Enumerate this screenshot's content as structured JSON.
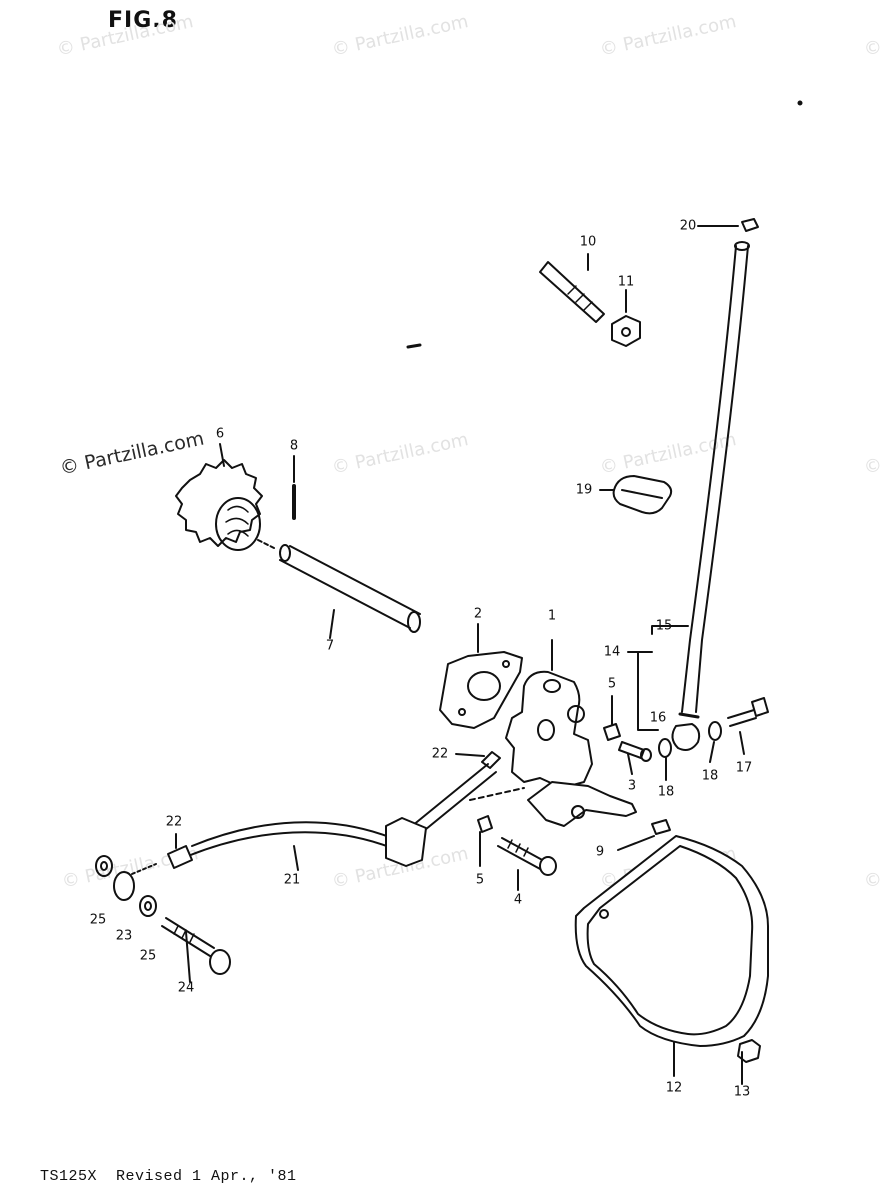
{
  "figure": {
    "title": "FIG.8"
  },
  "footer": {
    "text": "TS125X  Revised 1 Apr., '81"
  },
  "watermark": {
    "text": "© Partzilla.com",
    "primary_text": "© Partzilla.com"
  },
  "callouts": {
    "c1": "1",
    "c2": "2",
    "c3": "3",
    "c4": "4",
    "c5a": "5",
    "c5b": "5",
    "c6": "6",
    "c7": "7",
    "c8": "8",
    "c9": "9",
    "c10": "10",
    "c11": "11",
    "c12": "12",
    "c13": "13",
    "c14": "14",
    "c15": "15",
    "c16": "16",
    "c17": "17",
    "c18a": "18",
    "c18b": "18",
    "c19": "19",
    "c20": "20",
    "c21": "21",
    "c22a": "22",
    "c22b": "22",
    "c23": "23",
    "c24": "24",
    "c25a": "25",
    "c25b": "25"
  }
}
